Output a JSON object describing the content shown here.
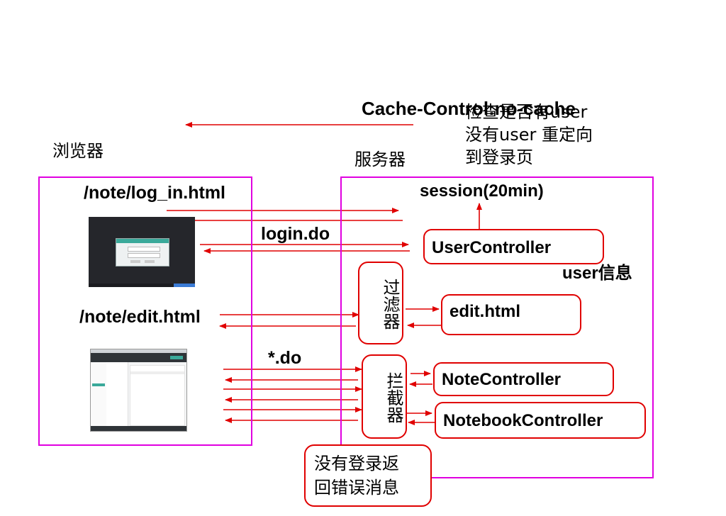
{
  "header": {
    "cache_control": "Cache-Control:no-cache",
    "check_user": [
      "检查是否有user",
      "没有user 重定向",
      "到登录页"
    ]
  },
  "browser": {
    "title": "浏览器",
    "login_url": "/note/log_in.html",
    "login_do": "login.do",
    "edit_url": "/note/edit.html",
    "star_do": "*.do"
  },
  "server": {
    "title": "服务器",
    "session": "session(20min)",
    "user_info": "user信息",
    "user_controller": "UserController",
    "filter": "过滤器",
    "edit_html": "edit.html",
    "interceptor": "拦截器",
    "note_controller": "NoteController",
    "notebook_controller": "NotebookController",
    "not_logged_in": [
      "没有登录返",
      "回错误消息"
    ]
  },
  "colors": {
    "arrow": "#e00000",
    "region_border": "#e000e0"
  }
}
